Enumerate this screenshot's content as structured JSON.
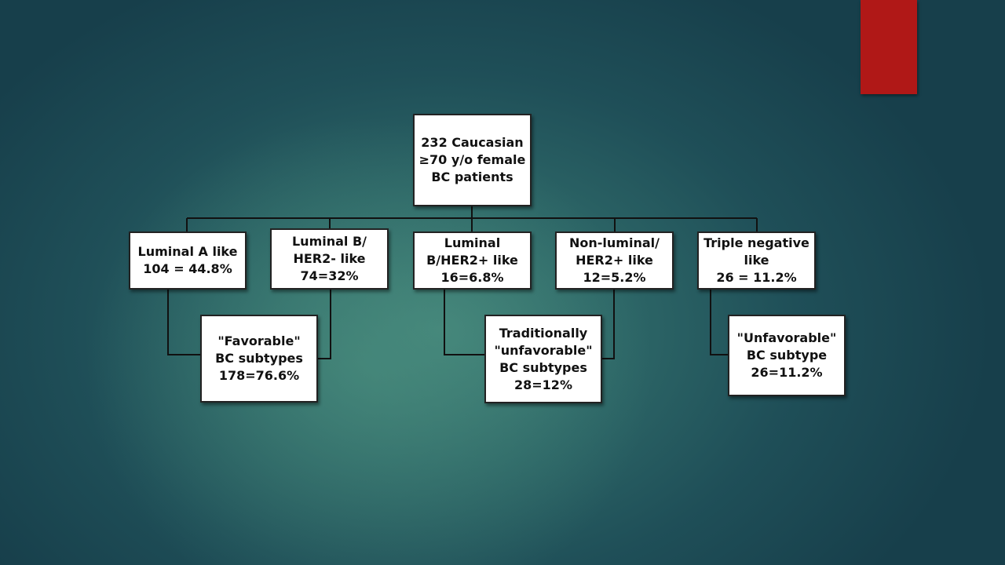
{
  "slide": {
    "accent_color": "#b01817",
    "background_colors": [
      "#3f7f77",
      "#173f4b"
    ]
  },
  "flowchart": {
    "root": "232 Caucasian\n≥70 y/o female\nBC patients",
    "subtypes": [
      "Luminal A like\n104 = 44.8%",
      "Luminal B/\nHER2- like\n74=32%",
      "Luminal\nB/HER2+ like\n16=6.8%",
      "Non-luminal/\nHER2+ like\n12=5.2%",
      "Triple negative\nlike\n26 = 11.2%"
    ],
    "groups": [
      "\"Favorable\"\nBC subtypes\n178=76.6%",
      "Traditionally\n\"unfavorable\"\nBC subtypes\n28=12%",
      "\"Unfavorable\"\nBC subtype\n26=11.2%"
    ]
  }
}
